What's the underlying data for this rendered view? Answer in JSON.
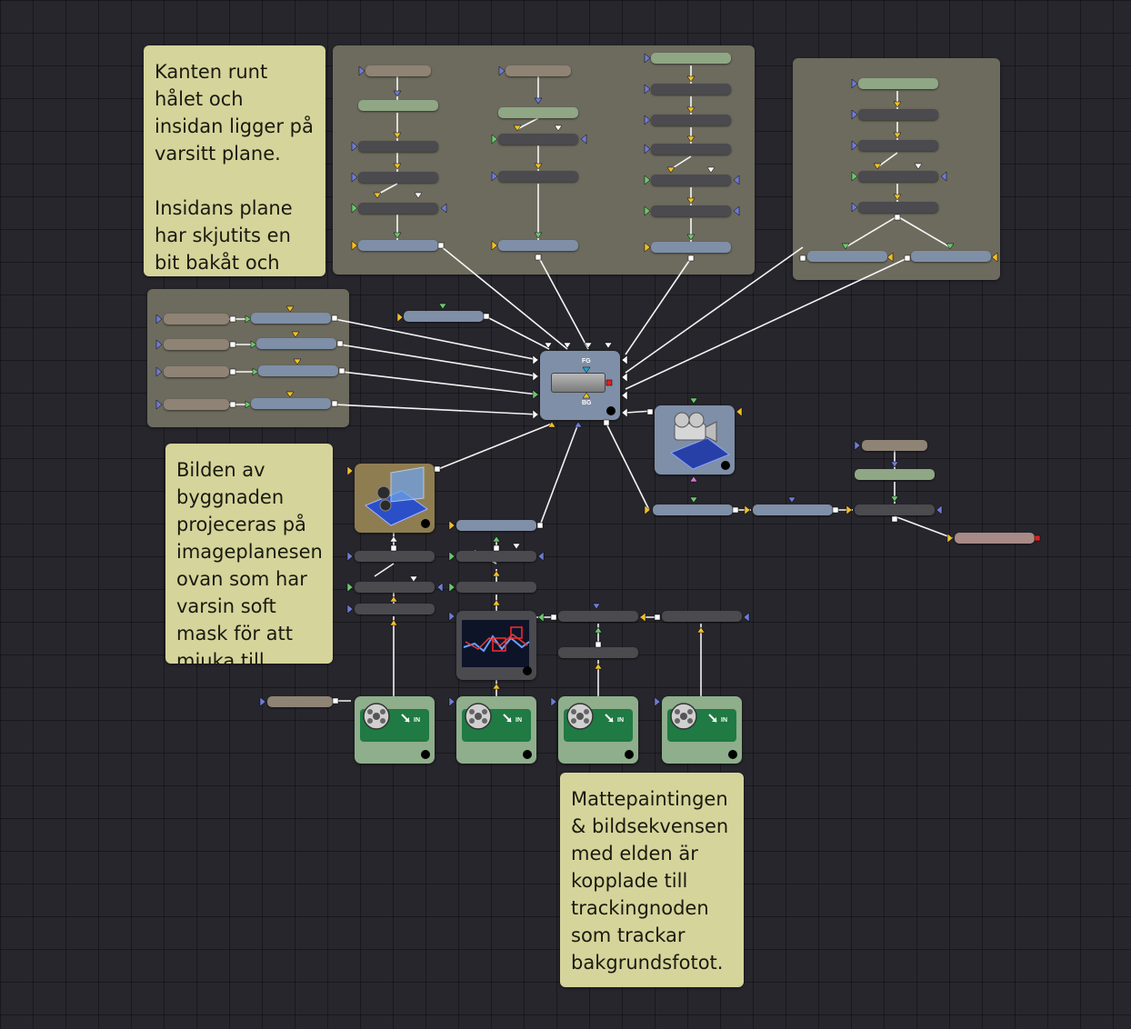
{
  "notes": {
    "hole_plane": {
      "paragraph_1": "Kanten runt hålet och insidan ligger på varsitt plane.",
      "paragraph_2": "Insidans plane har skjutits en bit bakåt och"
    },
    "projection": {
      "text": "Bilden av byggnaden projeceras på imageplanesen ovan som har varsin soft mask för att mjuka till"
    },
    "tracking": {
      "text": "Mattepaintingen & bildsekvensen med elden är kopplade till trackingnoden som trackar bakgrundsfotot."
    }
  },
  "merge_node": {
    "fg_label": "FG",
    "bg_label": "BG"
  },
  "loader_badge": "IN",
  "colors": {
    "background": "#26262c",
    "group_frame": "#6d6b5e",
    "sticky_note": "#d5d49b",
    "node_blue": "#7e8fa7",
    "node_dark": "#4a4a4f",
    "node_green": "#8fa784",
    "node_tan": "#8f8375",
    "loader_green": "#8fae8c",
    "wire": "#ffffff",
    "port_yellow": "#f2c029",
    "port_blue": "#6f7cd6",
    "port_green": "#6ec86f"
  },
  "icons": {
    "merge": "merge-3d-icon",
    "camera": "camera-3d-icon",
    "projector": "projector-icon",
    "tracker": "tracker-preview-icon",
    "loader": "film-reel-loader-icon"
  }
}
